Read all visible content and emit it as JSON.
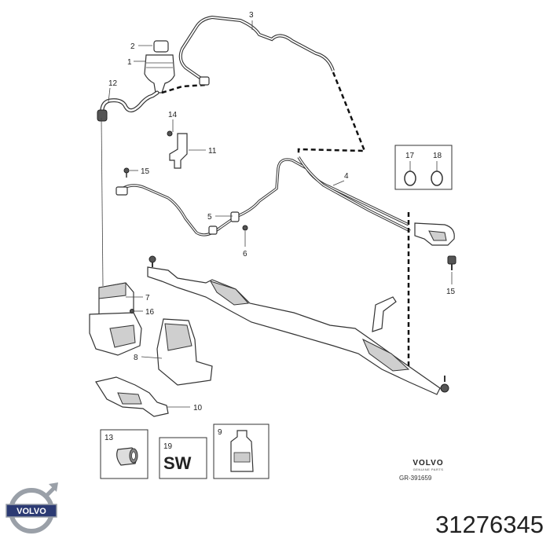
{
  "callouts": {
    "c1": "1",
    "c2": "2",
    "c3": "3",
    "c4": "4",
    "c5": "5",
    "c6": "6",
    "c7": "7",
    "c8": "8",
    "c9": "9",
    "c10": "10",
    "c11": "11",
    "c12": "12",
    "c13": "13",
    "c14": "14",
    "c15a": "15",
    "c15b": "15",
    "c16": "16",
    "c17": "17",
    "c18": "18",
    "c19": "19"
  },
  "sw_label": "SW",
  "brand": {
    "name": "VOLVO",
    "subtitle": "GENUINE PARTS",
    "diagram_code": "GR-391659"
  },
  "logo_text": "VOLVO",
  "part_number": "31276345",
  "colors": {
    "line": "#333333",
    "logo_blue": "#2b3a73",
    "logo_silver": "#9aa0a8"
  }
}
